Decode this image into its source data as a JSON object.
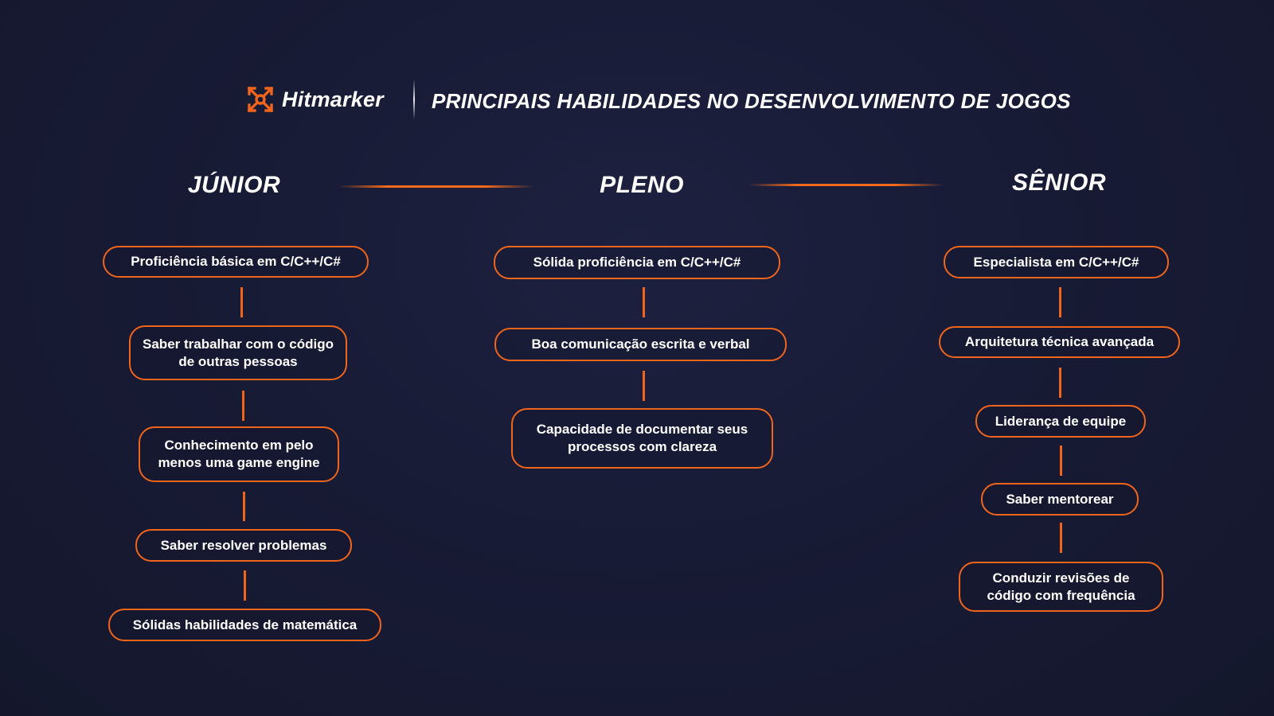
{
  "header": {
    "logo_text": "Hitmarker",
    "title": "PRINCIPAIS HABILIDADES NO DESENVOLVIMENTO DE JOGOS"
  },
  "columns": [
    {
      "title": "JÚNIOR",
      "skills": [
        "Proficiência básica em C/C++/C#",
        "Saber trabalhar com o código de outras pessoas",
        "Conhecimento em pelo menos uma game engine",
        "Saber resolver problemas",
        "Sólidas habilidades de matemática"
      ]
    },
    {
      "title": "PLENO",
      "skills": [
        "Sólida proficiência em C/C++/C#",
        "Boa comunicação escrita e verbal",
        "Capacidade de documentar seus processos com clareza"
      ]
    },
    {
      "title": "SÊNIOR",
      "skills": [
        "Especialista em C/C++/C#",
        "Arquitetura técnica avançada",
        "Liderança de equipe",
        "Saber mentorear",
        "Conduzir revisões de código com frequência"
      ]
    }
  ],
  "colors": {
    "accent": "#f0641c",
    "background": "#181b35",
    "text": "#ffffff"
  },
  "icons": {
    "logo": "hitmarker-crosshair-icon"
  }
}
